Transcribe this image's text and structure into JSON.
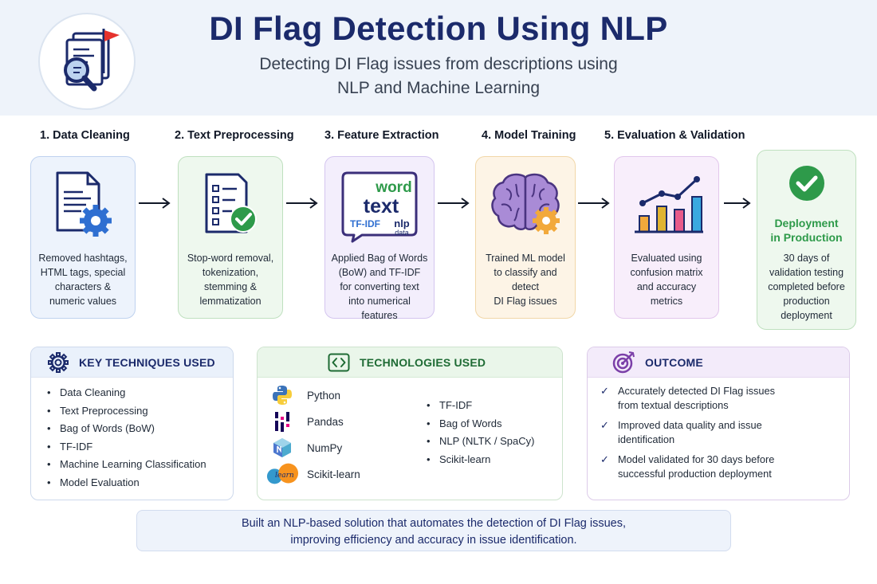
{
  "header": {
    "title": "DI Flag Detection Using NLP",
    "subtitle_line1": "Detecting DI Flag issues from descriptions using",
    "subtitle_line2": "NLP and Machine Learning"
  },
  "steps": [
    {
      "label": "1. Data Cleaning",
      "lines": [
        "Removed hashtags,",
        "HTML tags, special",
        "characters &",
        "numeric values"
      ]
    },
    {
      "label": "2. Text Preprocessing",
      "lines": [
        "Stop-word removal,",
        "tokenization,",
        "stemming &",
        "lemmatization"
      ]
    },
    {
      "label": "3. Feature Extraction",
      "lines": [
        "Applied Bag of Words",
        "(BoW) and TF-IDF",
        "for converting text",
        "into numerical features"
      ],
      "bubble": {
        "w1": "word",
        "w2": "text",
        "w3": "TF-IDF",
        "w4": "nlp",
        "w5": "data"
      }
    },
    {
      "label": "4. Model Training",
      "lines": [
        "Trained ML model",
        "to classify and detect",
        "DI Flag issues"
      ]
    },
    {
      "label": "5. Evaluation & Validation",
      "lines": [
        "Evaluated using",
        "confusion matrix",
        "and accuracy",
        "metrics"
      ]
    }
  ],
  "deployment": {
    "title_line1": "Deployment",
    "title_line2": "in Production",
    "lines": [
      "30 days of",
      "validation testing",
      "completed before",
      "production",
      "deployment"
    ]
  },
  "key_techniques": {
    "title": "KEY TECHNIQUES USED",
    "items": [
      "Data Cleaning",
      "Text Preprocessing",
      "Bag of Words (BoW)",
      "TF-IDF",
      "Machine Learning Classification",
      "Model Evaluation"
    ]
  },
  "technologies": {
    "title": "TECHNOLOGIES USED",
    "tools": [
      {
        "name": "Python",
        "icon": "python-icon"
      },
      {
        "name": "Pandas",
        "icon": "pandas-icon"
      },
      {
        "name": "NumPy",
        "icon": "numpy-icon"
      },
      {
        "name": "Scikit-learn",
        "icon": "scikit-learn-icon",
        "icon_text": "learn"
      }
    ],
    "methods": [
      "TF-IDF",
      "Bag of Words",
      "NLP (NLTK / SpaCy)",
      "Scikit-learn"
    ]
  },
  "outcome": {
    "title": "OUTCOME",
    "items": [
      [
        "Accurately detected DI Flag issues",
        "from textual descriptions"
      ],
      [
        "Improved data quality and issue",
        "identification"
      ],
      [
        "Model validated for 30 days before",
        "successful production deployment"
      ]
    ]
  },
  "footer": {
    "line1": "Built an NLP-based solution that automates the detection of DI Flag issues,",
    "line2": "improving efficiency and accuracy in issue identification."
  },
  "colors": {
    "title": "#1b2a6b",
    "accent_blue": "#2f6fd1",
    "accent_green": "#2e9a4a",
    "accent_purple": "#7b3fa8",
    "accent_orange": "#f2a93b",
    "brain_purple": "#a98bd6"
  }
}
